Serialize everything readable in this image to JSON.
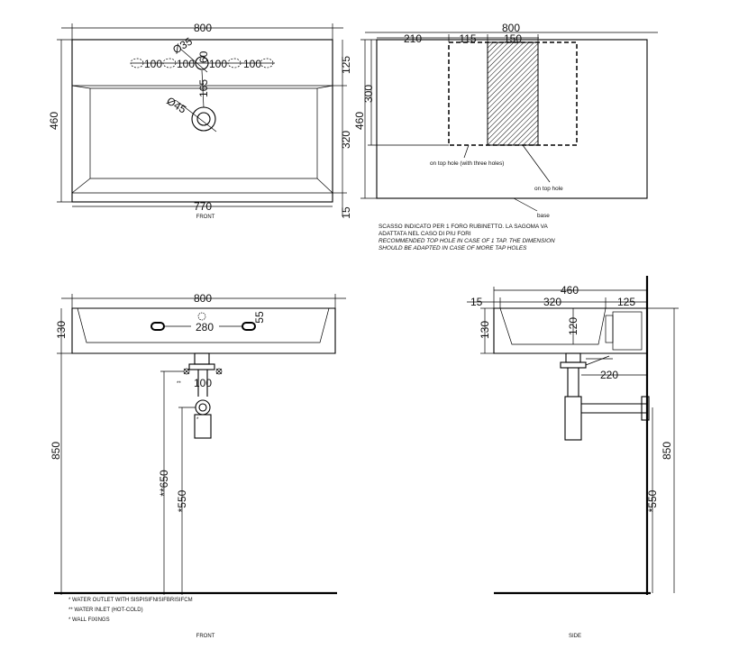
{
  "top_front": {
    "width": "800",
    "hole_dia_small": "Ø35",
    "hole_dia_large": "Ø45",
    "spacing_a": "100",
    "spacing_b": "100",
    "spacing_c": "100",
    "spacing_d": "100",
    "center_60": "60",
    "h_125": "125",
    "h_320": "320",
    "h_460": "460",
    "h_15": "15",
    "v_165": "165",
    "bottom_770": "770",
    "caption": "FRONT"
  },
  "top_side": {
    "width": "800",
    "seg_210": "210",
    "seg_115": "115",
    "seg_150": "150",
    "h_300": "300",
    "h_460": "460",
    "label_three_holes": "on top hole (with three holes)",
    "label_top_hole": "on top hole",
    "label_base": "base"
  },
  "notes": {
    "line1": "SCASSO INDICATO PER 1 FORO RUBINETTO. LA SAGOMA VA",
    "line2": "ADATTATA NEL CASO DI PIU FORI",
    "line3": "RECOMMENDED TOP HOLE IN CASE OF 1 TAP. THE DIMENSION",
    "line4": "SHOULD BE ADAPTED IN CASE OF MORE TAP HOLES"
  },
  "bottom_front": {
    "width": "800",
    "h_130": "130",
    "h_55": "55",
    "d_280": "280",
    "d_100": "100",
    "h_850": "850",
    "h_650": "**650",
    "h_550": "*550",
    "star": "*",
    "stars": "**",
    "caption": "FRONT"
  },
  "bottom_side": {
    "width": "460",
    "d_15": "15",
    "d_320": "320",
    "d_125": "125",
    "h_130": "130",
    "h_120": "120",
    "d_220": "220",
    "h_850": "850",
    "h_550": "*550",
    "caption": "SIDE"
  },
  "legend": {
    "item1": "*  WATER OUTLET WITH SISPISIFNISIFBRISIFCM",
    "item2": "** WATER INLET  (HOT-COLD)",
    "item3": "*  WALL FIXINGS"
  }
}
